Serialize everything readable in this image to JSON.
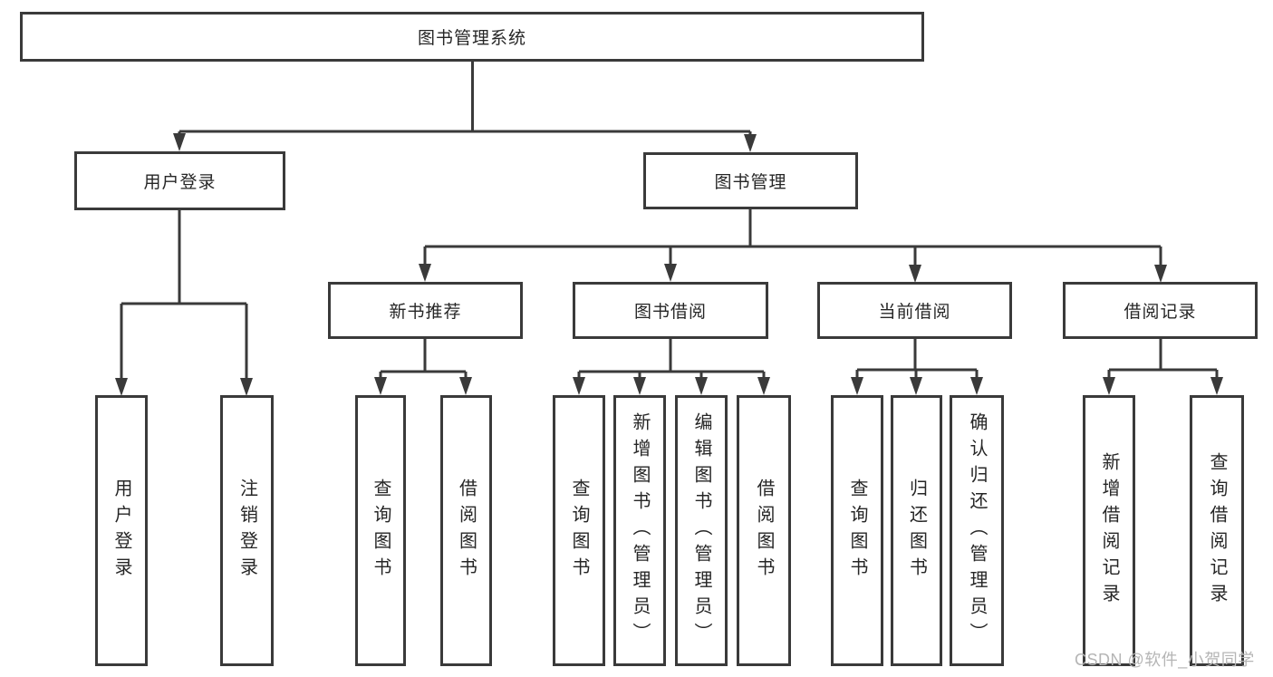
{
  "tree": {
    "root": "图书管理系统",
    "children": [
      {
        "label": "用户登录",
        "leaves": [
          "用户登录",
          "注销登录"
        ]
      },
      {
        "label": "图书管理",
        "children": [
          {
            "label": "新书推荐",
            "leaves": [
              "查询图书",
              "借阅图书"
            ]
          },
          {
            "label": "图书借阅",
            "leaves": [
              "查询图书",
              "新增图书（管理员）",
              "编辑图书（管理员）",
              "借阅图书"
            ]
          },
          {
            "label": "当前借阅",
            "leaves": [
              "查询图书",
              "归还图书",
              "确认归还（管理员）"
            ]
          },
          {
            "label": "借阅记录",
            "leaves": [
              "新增借阅记录",
              "查询借阅记录"
            ]
          }
        ]
      }
    ]
  },
  "watermark": "CSDN @软件_小贺同学",
  "colors": {
    "line": "#3a3a3a",
    "text": "#262626",
    "watermark": "#b5b5b5",
    "background": "#ffffff"
  }
}
